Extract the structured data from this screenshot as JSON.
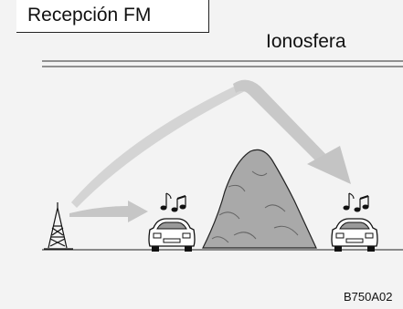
{
  "title": "Recepción FM",
  "labels": {
    "ionosphere": "Ionosfera",
    "figure_code": "B750A02"
  },
  "colors": {
    "background": "#f3f3f3",
    "signal": "#c8c8c8",
    "mountain": "#aaaaaa",
    "outline": "#111111"
  },
  "icons": {
    "tower": "radio-tower-icon",
    "car": "car-icon",
    "notes": "music-notes-icon"
  }
}
